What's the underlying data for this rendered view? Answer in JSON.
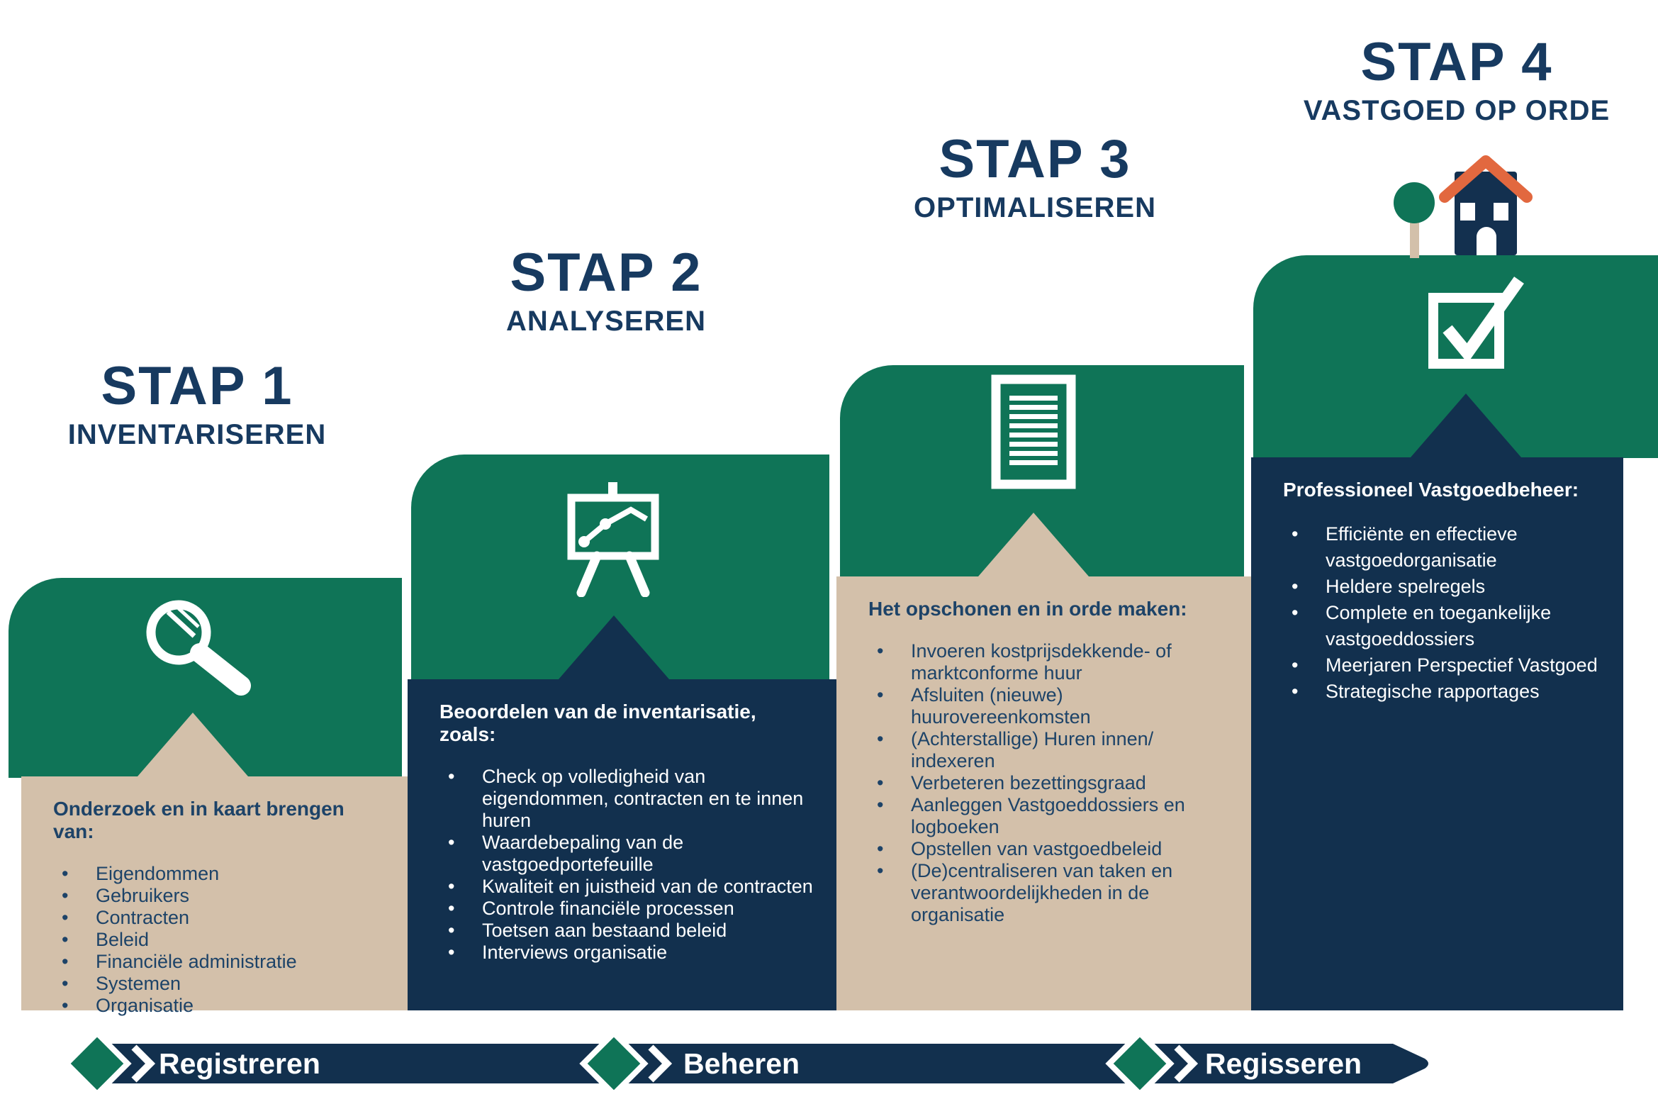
{
  "palette": {
    "green": "#0F7457",
    "tan": "#D3C0AA",
    "navy": "#12304E",
    "title_navy": "#173A60",
    "roof_orange": "#E2683F",
    "white": "#FFFFFF"
  },
  "steps": [
    {
      "title": "STAP 1",
      "subtitle": "INVENTARISEREN",
      "icon": "magnifier-icon",
      "box": {
        "style": "tan",
        "heading": "Onderzoek en in kaart brengen van:",
        "items": [
          "Eigendommen",
          "Gebruikers",
          "Contracten",
          "Beleid",
          "Financiële administratie",
          "Systemen",
          "Organisatie"
        ]
      }
    },
    {
      "title": "STAP 2",
      "subtitle": "ANALYSEREN",
      "icon": "presentation-chart-icon",
      "box": {
        "style": "navy",
        "heading": "Beoordelen van de inventarisatie, zoals:",
        "items": [
          "Check op volledigheid van eigendommen, contracten en te innen huren",
          "Waardebepaling van de vastgoedportefeuille",
          "Kwaliteit en juistheid van de contracten",
          "Controle financiële processen",
          "Toetsen aan bestaand beleid",
          "Interviews organisatie"
        ]
      }
    },
    {
      "title": "STAP 3",
      "subtitle": "OPTIMALISEREN",
      "icon": "document-icon",
      "box": {
        "style": "tan",
        "heading": "Het opschonen en in orde maken:",
        "items": [
          "Invoeren kostprijsdekkende- of marktconforme huur",
          "Afsluiten (nieuwe) huurovereenkomsten",
          "(Achterstallige) Huren innen/ indexeren",
          "Verbeteren bezettingsgraad",
          "Aanleggen Vastgoeddossiers en logboeken",
          "Opstellen van vastgoedbeleid",
          "(De)centraliseren van taken en verantwoordelijkheden in de organisatie"
        ]
      }
    },
    {
      "title": "STAP 4",
      "subtitle": "VASTGOED OP ORDE",
      "icon": "checkbox-icon",
      "decorations": [
        "house-icon",
        "tree-icon"
      ],
      "box": {
        "style": "navy",
        "heading": "Professioneel Vastgoedbeheer:",
        "items": [
          "Efficiënte en effectieve vastgoedorganisatie",
          "Heldere spelregels",
          "Complete en toegankelijke vastgoeddossiers",
          "Meerjaren Perspectief Vastgoed",
          "Strategische rapportages"
        ]
      }
    }
  ],
  "timeline": {
    "labels": [
      "Registreren",
      "Beheren",
      "Regisseren"
    ],
    "diamond_icon": "milestone-diamond-icon",
    "chevron_icon": "chevron-right-icon"
  }
}
